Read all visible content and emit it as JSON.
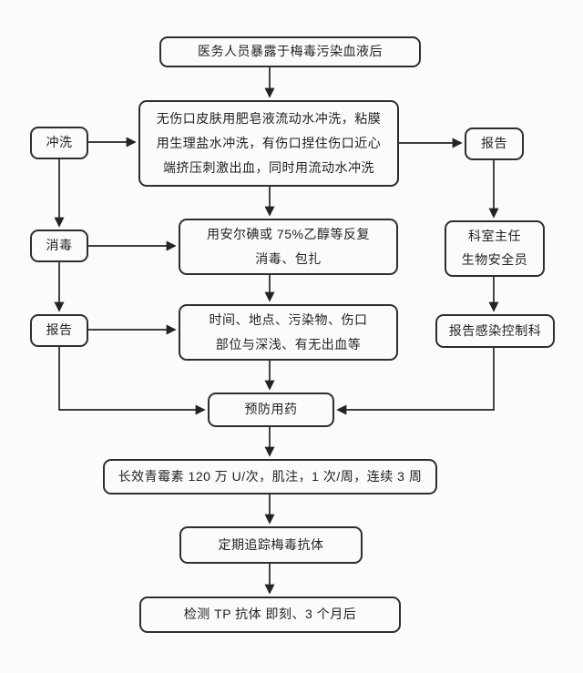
{
  "diagram": {
    "title_semantic": "syphilis-occupational-exposure-flowchart",
    "colors": {
      "background": "#fbfbfb",
      "line": "#242424",
      "border": "#2e2e2e",
      "text": "#222222"
    }
  },
  "nodes": {
    "exposure": {
      "label": "医务人员暴露于梅毒污染血液后"
    },
    "wash": {
      "label": "无伤口皮肤用肥皂液流动水冲洗，粘膜\n用生理盐水冲洗，有伤口捏住伤口近心\n端挤压刺激出血，同时用流动水冲洗"
    },
    "rinse": {
      "label": "冲洗"
    },
    "report_right": {
      "label": "报告"
    },
    "disinfect": {
      "label": "消毒"
    },
    "disinfect_main": {
      "label": "用安尔碘或 75%乙醇等反复\n消毒、包扎"
    },
    "dept_head": {
      "label": "科室主任\n生物安全员"
    },
    "report_left": {
      "label": "报告"
    },
    "record": {
      "label": "时间、地点、污染物、伤口\n部位与深浅、有无出血等"
    },
    "report_infection": {
      "label": "报告感染控制科"
    },
    "prophylaxis": {
      "label": "预防用药"
    },
    "penicillin": {
      "label": "长效青霉素 120 万 U/次，肌注，1 次/周，连续 3 周"
    },
    "follow_up": {
      "label": "定期追踪梅毒抗体"
    },
    "test_tp": {
      "label": "检测 TP 抗体  即刻、3 个月后"
    }
  },
  "edges": [
    {
      "from": "exposure",
      "to": "wash"
    },
    {
      "from": "rinse",
      "to": "wash"
    },
    {
      "from": "wash",
      "to": "report_right"
    },
    {
      "from": "wash",
      "to": "disinfect_main"
    },
    {
      "from": "rinse",
      "to": "disinfect"
    },
    {
      "from": "disinfect",
      "to": "disinfect_main"
    },
    {
      "from": "disinfect_main",
      "to": "record"
    },
    {
      "from": "disinfect",
      "to": "report_left"
    },
    {
      "from": "report_left",
      "to": "record"
    },
    {
      "from": "report_right",
      "to": "dept_head"
    },
    {
      "from": "dept_head",
      "to": "report_infection"
    },
    {
      "from": "record",
      "to": "prophylaxis"
    },
    {
      "from": "report_left",
      "to": "prophylaxis"
    },
    {
      "from": "report_infection",
      "to": "prophylaxis"
    },
    {
      "from": "prophylaxis",
      "to": "penicillin"
    },
    {
      "from": "penicillin",
      "to": "follow_up"
    },
    {
      "from": "follow_up",
      "to": "test_tp"
    }
  ]
}
